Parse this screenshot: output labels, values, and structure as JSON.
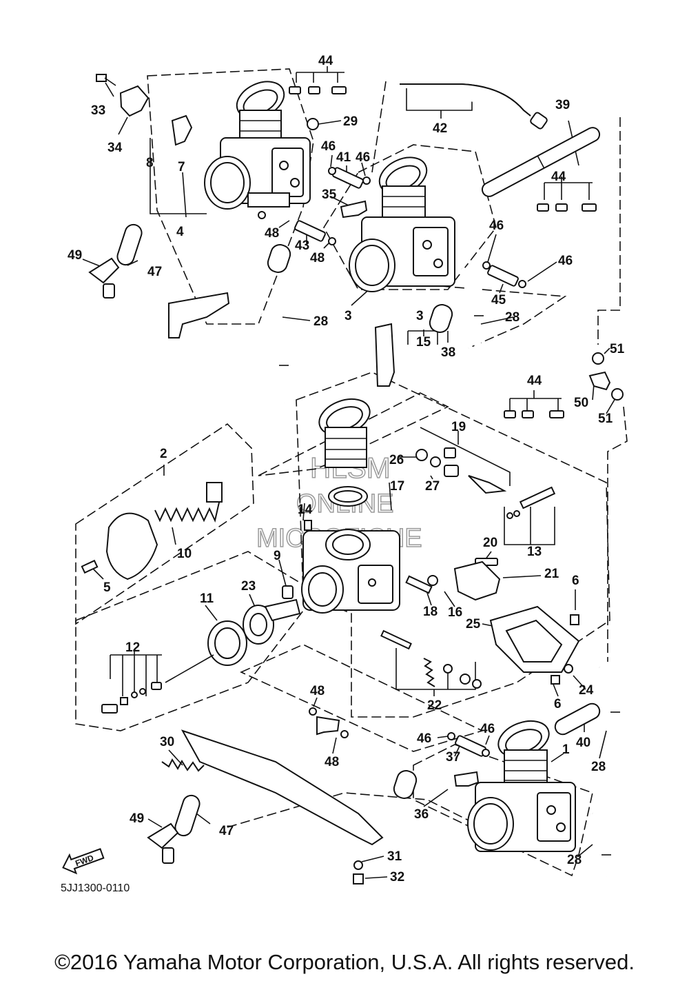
{
  "diagram": {
    "part_code": "5JJ1300-0110",
    "copyright": "©2016 Yamaha Motor Corporation, U.S.A. All rights reserved.",
    "fwd_label": "FWD",
    "watermark": [
      "HLSM",
      "ONLINE",
      "MICROFICHE"
    ],
    "callouts": [
      {
        "id": "c44a",
        "text": "44"
      },
      {
        "id": "c33",
        "text": "33"
      },
      {
        "id": "c34",
        "text": "34"
      },
      {
        "id": "c29",
        "text": "29"
      },
      {
        "id": "c42",
        "text": "42"
      },
      {
        "id": "c39",
        "text": "39"
      },
      {
        "id": "c8",
        "text": "8"
      },
      {
        "id": "c7",
        "text": "7"
      },
      {
        "id": "c46a",
        "text": "46"
      },
      {
        "id": "c41",
        "text": "41"
      },
      {
        "id": "c46b",
        "text": "46"
      },
      {
        "id": "c35",
        "text": "35"
      },
      {
        "id": "c44b",
        "text": "44"
      },
      {
        "id": "c4",
        "text": "4"
      },
      {
        "id": "c48a",
        "text": "48"
      },
      {
        "id": "c43",
        "text": "43"
      },
      {
        "id": "c48b",
        "text": "48"
      },
      {
        "id": "c46c",
        "text": "46"
      },
      {
        "id": "c46d",
        "text": "46"
      },
      {
        "id": "c49a",
        "text": "49"
      },
      {
        "id": "c47a",
        "text": "47"
      },
      {
        "id": "c45",
        "text": "45"
      },
      {
        "id": "c28a",
        "text": "28"
      },
      {
        "id": "c3a",
        "text": "3"
      },
      {
        "id": "c28b",
        "text": "28"
      },
      {
        "id": "c3b",
        "text": "3"
      },
      {
        "id": "c15",
        "text": "15"
      },
      {
        "id": "c38",
        "text": "38"
      },
      {
        "id": "c51a",
        "text": "51"
      },
      {
        "id": "c44c",
        "text": "44"
      },
      {
        "id": "c50",
        "text": "50"
      },
      {
        "id": "c51b",
        "text": "51"
      },
      {
        "id": "c2",
        "text": "2"
      },
      {
        "id": "c19",
        "text": "19"
      },
      {
        "id": "c26",
        "text": "26"
      },
      {
        "id": "c27",
        "text": "27"
      },
      {
        "id": "c17",
        "text": "17"
      },
      {
        "id": "c14",
        "text": "14"
      },
      {
        "id": "c10",
        "text": "10"
      },
      {
        "id": "c20",
        "text": "20"
      },
      {
        "id": "c13",
        "text": "13"
      },
      {
        "id": "c9",
        "text": "9"
      },
      {
        "id": "c21",
        "text": "21"
      },
      {
        "id": "c5",
        "text": "5"
      },
      {
        "id": "c6a",
        "text": "6"
      },
      {
        "id": "c11",
        "text": "11"
      },
      {
        "id": "c23",
        "text": "23"
      },
      {
        "id": "c18",
        "text": "18"
      },
      {
        "id": "c16",
        "text": "16"
      },
      {
        "id": "c25",
        "text": "25"
      },
      {
        "id": "c12",
        "text": "12"
      },
      {
        "id": "c24",
        "text": "24"
      },
      {
        "id": "c48c",
        "text": "48"
      },
      {
        "id": "c22",
        "text": "22"
      },
      {
        "id": "c6b",
        "text": "6"
      },
      {
        "id": "c40",
        "text": "40"
      },
      {
        "id": "c46e",
        "text": "46"
      },
      {
        "id": "c46f",
        "text": "46"
      },
      {
        "id": "c30",
        "text": "30"
      },
      {
        "id": "c1",
        "text": "1"
      },
      {
        "id": "c37",
        "text": "37"
      },
      {
        "id": "c48d",
        "text": "48"
      },
      {
        "id": "c28c",
        "text": "28"
      },
      {
        "id": "c36",
        "text": "36"
      },
      {
        "id": "c49b",
        "text": "49"
      },
      {
        "id": "c47b",
        "text": "47"
      },
      {
        "id": "c28d",
        "text": "28"
      },
      {
        "id": "c31",
        "text": "31"
      },
      {
        "id": "c32",
        "text": "32"
      }
    ]
  }
}
